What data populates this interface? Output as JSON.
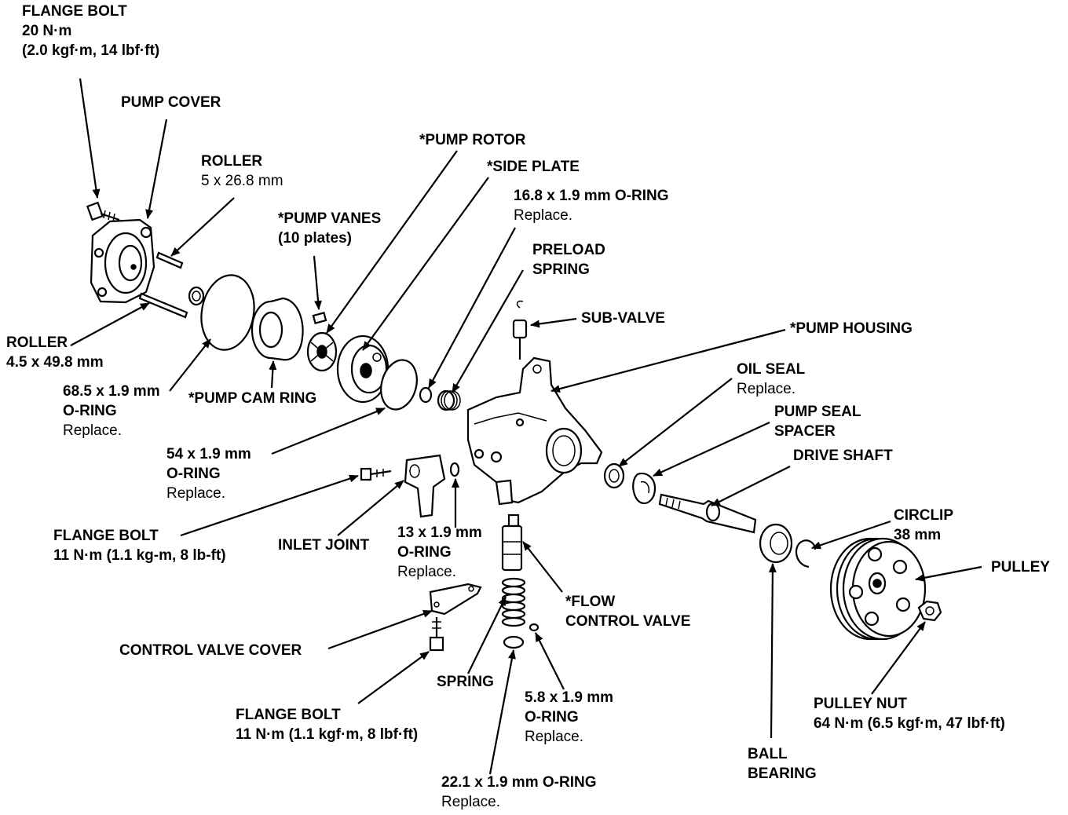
{
  "labels": {
    "flange_bolt_top": {
      "l1": "FLANGE BOLT",
      "l2": "20 N·m",
      "l3": "(2.0 kgf·m, 14 lbf·ft)"
    },
    "pump_cover": {
      "l1": "PUMP COVER"
    },
    "roller_small": {
      "l1": "ROLLER",
      "l2": "5 x 26.8 mm"
    },
    "pump_rotor": {
      "l1": "*PUMP ROTOR"
    },
    "side_plate": {
      "l1": "*SIDE PLATE"
    },
    "oring_16_8": {
      "l1": "16.8 x 1.9 mm O-RING",
      "l2": "Replace."
    },
    "pump_vanes": {
      "l1": "*PUMP VANES",
      "l2": "(10 plates)"
    },
    "preload_spring": {
      "l1": "PRELOAD",
      "l2": "SPRING"
    },
    "sub_valve": {
      "l1": "SUB-VALVE"
    },
    "pump_housing": {
      "l1": "*PUMP HOUSING"
    },
    "roller_large": {
      "l1": "ROLLER",
      "l2": "4.5 x 49.8 mm"
    },
    "oring_68_5": {
      "l1": "68.5 x 1.9 mm",
      "l2": "O-RING",
      "l3": "Replace."
    },
    "pump_cam_ring": {
      "l1": "*PUMP CAM RING"
    },
    "oil_seal": {
      "l1": "OIL SEAL",
      "l2": "Replace."
    },
    "pump_seal_spacer": {
      "l1": "PUMP SEAL",
      "l2": "SPACER"
    },
    "drive_shaft": {
      "l1": "DRIVE SHAFT"
    },
    "oring_54": {
      "l1": "54 x 1.9 mm",
      "l2": "O-RING",
      "l3": "Replace."
    },
    "circlip": {
      "l1": "CIRCLIP",
      "l2": "38 mm"
    },
    "pulley": {
      "l1": "PULLEY"
    },
    "flange_bolt_mid": {
      "l1": "FLANGE BOLT",
      "l2": "11 N·m (1.1 kg-m, 8 lb-ft)"
    },
    "inlet_joint": {
      "l1": "INLET JOINT"
    },
    "oring_13": {
      "l1": "13 x 1.9 mm",
      "l2": "O-RING",
      "l3": "Replace."
    },
    "flow_control_valve": {
      "l1": "*FLOW",
      "l2": "CONTROL VALVE"
    },
    "control_valve_cover": {
      "l1": "CONTROL VALVE COVER"
    },
    "spring": {
      "l1": "SPRING"
    },
    "oring_5_8": {
      "l1": "5.8 x 1.9 mm",
      "l2": "O-RING",
      "l3": "Replace."
    },
    "flange_bolt_bottom": {
      "l1": "FLANGE BOLT",
      "l2": "11 N·m (1.1 kgf·m, 8 lbf·ft)"
    },
    "pulley_nut": {
      "l1": "PULLEY NUT",
      "l2": "64 N·m (6.5 kgf·m, 47 lbf·ft)"
    },
    "ball_bearing": {
      "l1": "BALL",
      "l2": "BEARING"
    },
    "oring_22_1": {
      "l1": "22.1 x 1.9 mm O-RING",
      "l2": "Replace."
    }
  }
}
